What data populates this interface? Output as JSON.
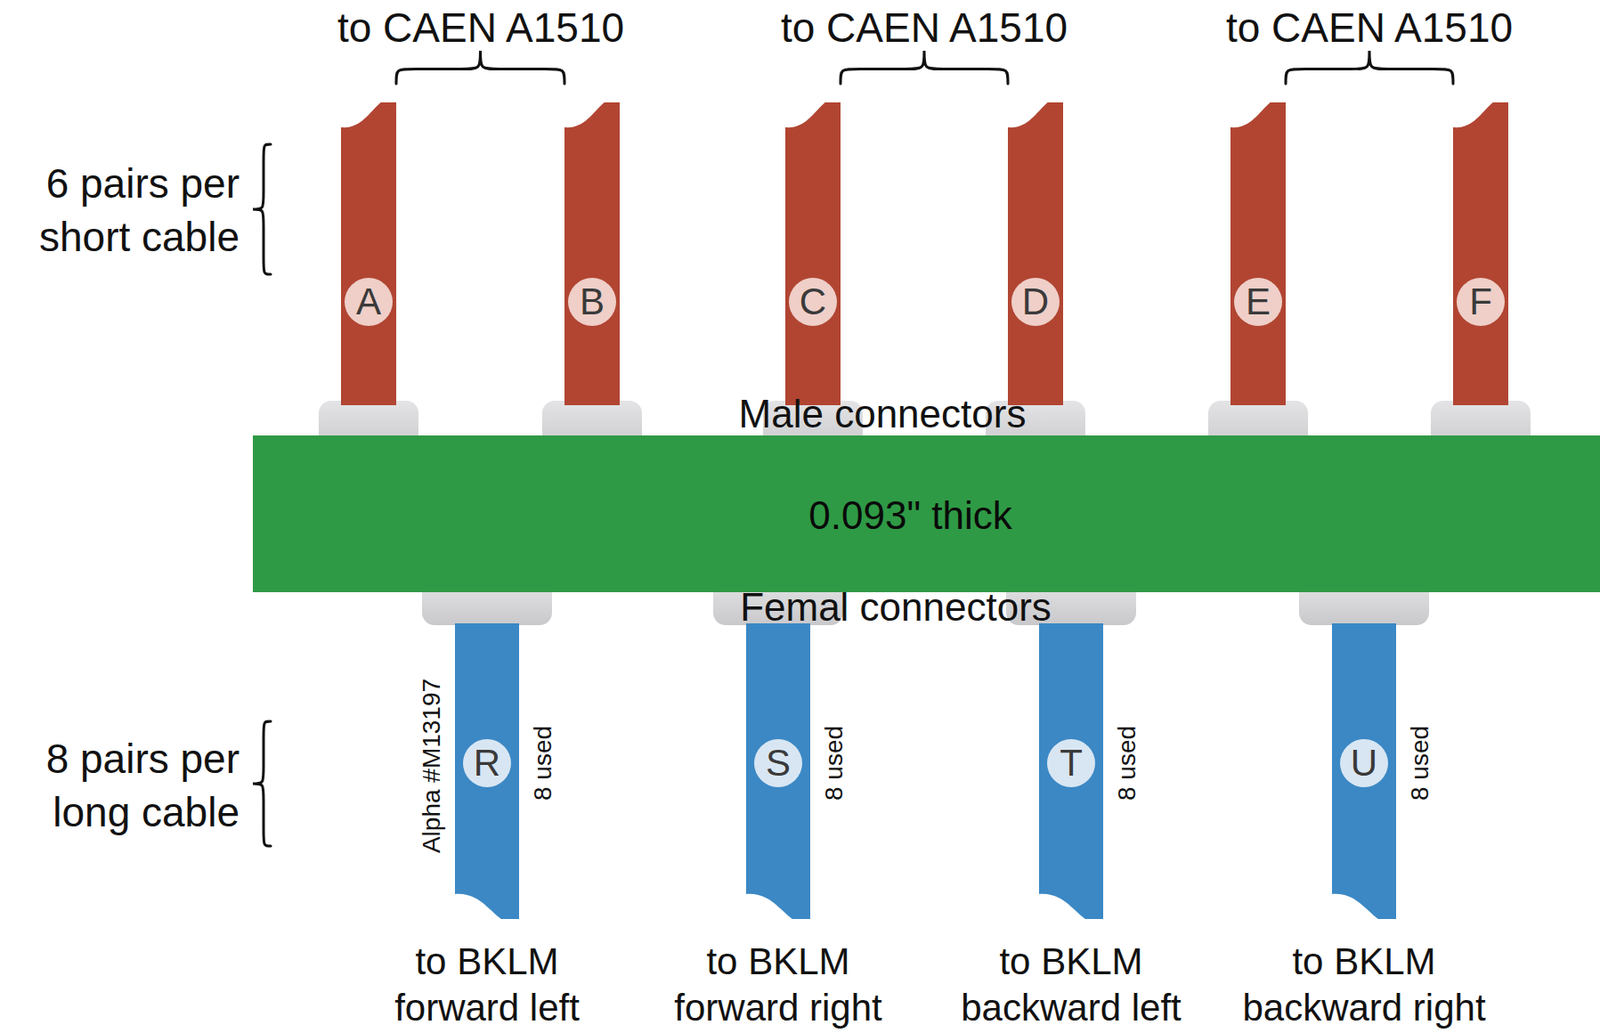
{
  "diagram": {
    "nodes": [
      {
        "text": [
          "A"
        ]
      },
      {
        "text": [
          "B"
        ]
      },
      {
        "text": [
          "C"
        ]
      },
      {
        "text": [
          "D"
        ]
      },
      {
        "text": [
          "E"
        ]
      },
      {
        "text": [
          "F"
        ]
      },
      {
        "text": [
          "0.093\" thick"
        ]
      },
      {
        "text": [
          "R"
        ]
      },
      {
        "text": [
          "S"
        ]
      },
      {
        "text": [
          "T"
        ]
      },
      {
        "text": [
          "U"
        ]
      }
    ],
    "labels": [
      "to CAEN A1510",
      "to CAEN A1510",
      "to CAEN A1510",
      "6 pairs per short cable",
      "Male connectors",
      "Femal connectors",
      "8 pairs per long cable",
      "Alpha #M13197",
      "8 used",
      "8 used",
      "8 used",
      "8 used",
      "to BKLM forward left",
      "to BKLM forward right",
      "to BKLM backward left",
      "to BKLM backward right"
    ]
  }
}
